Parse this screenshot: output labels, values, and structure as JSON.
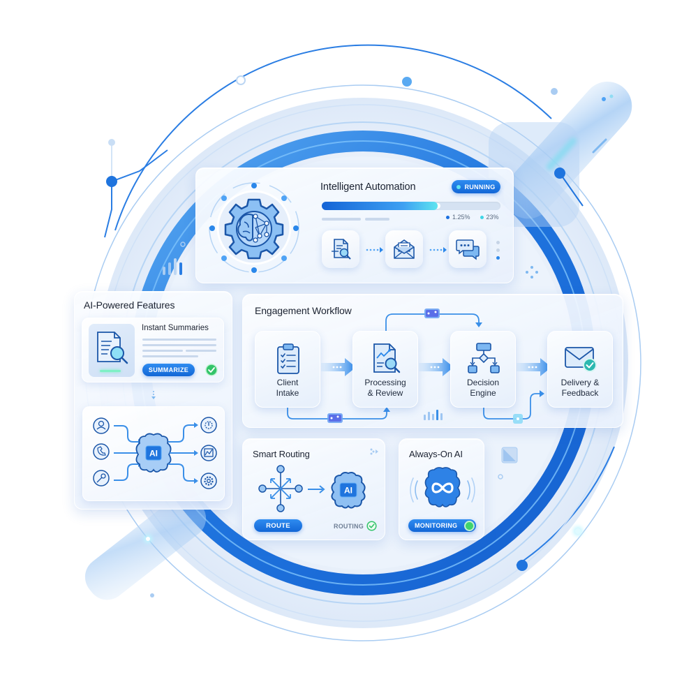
{
  "colors": {
    "primary": "#1a6fe0",
    "primary_light": "#4fa3f5",
    "cyan": "#3fd6e6",
    "success": "#2ecc71",
    "text_dark": "#1b2230",
    "card_bg": "#eef4fc"
  },
  "automation": {
    "title": "Intelligent Automation",
    "status_label": "RUNNING",
    "progress_percent": 65,
    "stats": [
      {
        "value": "1.25%",
        "color": "#1a6fe0"
      },
      {
        "value": "23%",
        "color": "#3fd6e6"
      }
    ],
    "pipeline_icons": [
      "document-search-icon",
      "envelope-icon",
      "chat-bubbles-icon"
    ]
  },
  "features": {
    "title": "AI-Powered Features",
    "summary_card": {
      "title": "Instant Summaries",
      "button_label": "SUMMARIZE",
      "status": "complete"
    },
    "ai_hub": {
      "center_label": "AI",
      "inputs": [
        "user-icon",
        "phone-icon",
        "key-icon"
      ],
      "outputs": [
        "gear-alert-icon",
        "chart-icon",
        "settings-icon"
      ]
    }
  },
  "workflow": {
    "title": "Engagement Workflow",
    "steps": [
      {
        "line1": "Client",
        "line2": "Intake",
        "icon": "clipboard-checklist-icon"
      },
      {
        "line1": "Processing",
        "line2": "& Review",
        "icon": "document-analysis-icon"
      },
      {
        "line1": "Decision",
        "line2": "Engine",
        "icon": "flowchart-icon"
      },
      {
        "line1": "Delivery &",
        "line2": "Feedback",
        "icon": "envelope-check-icon"
      }
    ]
  },
  "routing": {
    "title": "Smart Routing",
    "button_label": "ROUTE",
    "status_label": "ROUTING",
    "ai_label": "AI"
  },
  "always_on": {
    "title": "Always-On AI",
    "button_label": "MONITORING"
  }
}
